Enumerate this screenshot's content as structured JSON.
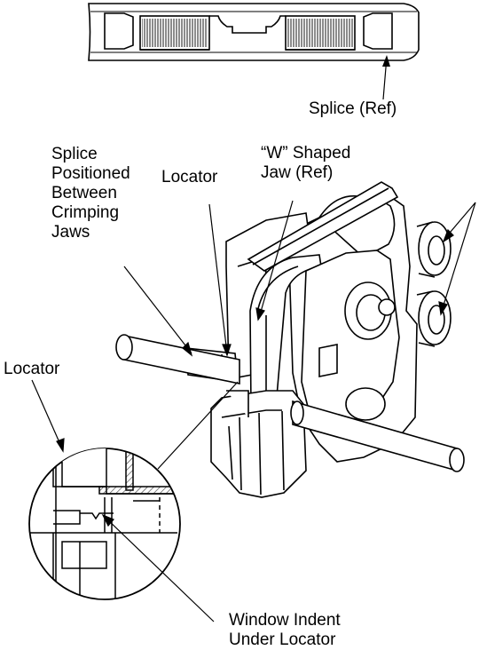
{
  "labels": {
    "splice_ref": "Splice (Ref)",
    "splice_positioned": [
      "Splice",
      "Positioned",
      "Between",
      "Crimping",
      "Jaws"
    ],
    "locator_top": "Locator",
    "w_jaw": [
      "“W” Shaped",
      "Jaw (Ref)"
    ],
    "locator_left": "Locator",
    "window_indent": [
      "Window Indent",
      "Under Locator"
    ]
  },
  "colors": {
    "ink": "#000000",
    "paper": "#ffffff",
    "hatch": "#555555"
  }
}
